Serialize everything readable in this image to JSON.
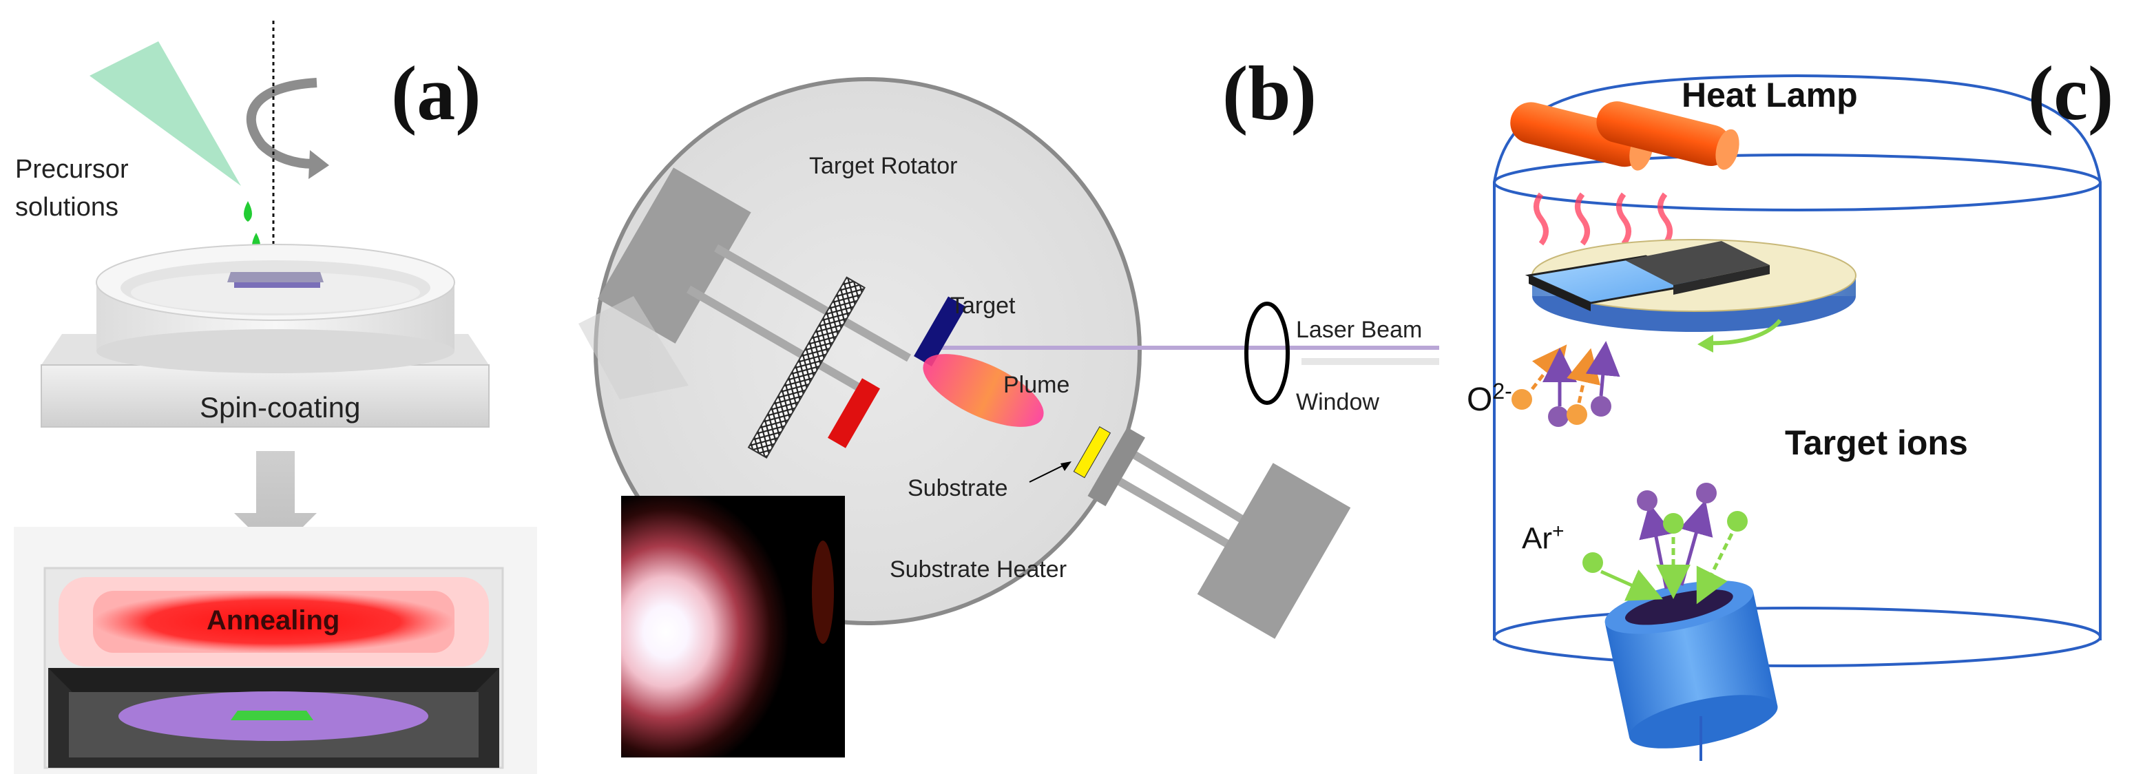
{
  "panels": {
    "a": {
      "label": "(a)",
      "precursor_line1": "Precursor",
      "precursor_line2": "solutions",
      "spin_coating": "Spin-coating",
      "annealing": "Annealing"
    },
    "b": {
      "label": "(b)",
      "target_rotator": "Target Rotator",
      "target": "Target",
      "laser_beam": "Laser Beam",
      "plume": "Plume",
      "window": "Window",
      "substrate": "Substrate",
      "substrate_heater": "Substrate Heater"
    },
    "c": {
      "label": "(c)",
      "heat_lamp": "Heat Lamp",
      "oxygen_base": "O",
      "oxygen_charge": "2-",
      "target_ions": "Target ions",
      "argon_base": "Ar",
      "argon_charge": "+"
    }
  },
  "colors": {
    "droplet": "#22cc33",
    "annealing_glow": "#ff1a1a",
    "target_blue": "#12127a",
    "target_red": "#e01010",
    "substrate_yellow": "#ffee00",
    "laser": "#b9a6d6",
    "heat_lamp": "#ff5a10",
    "oxygen_ion": "#f5a040",
    "target_ion_purple": "#8a5bb0",
    "ar_ion_green": "#8ad84a",
    "sputter_target": "#3f8ee0"
  }
}
